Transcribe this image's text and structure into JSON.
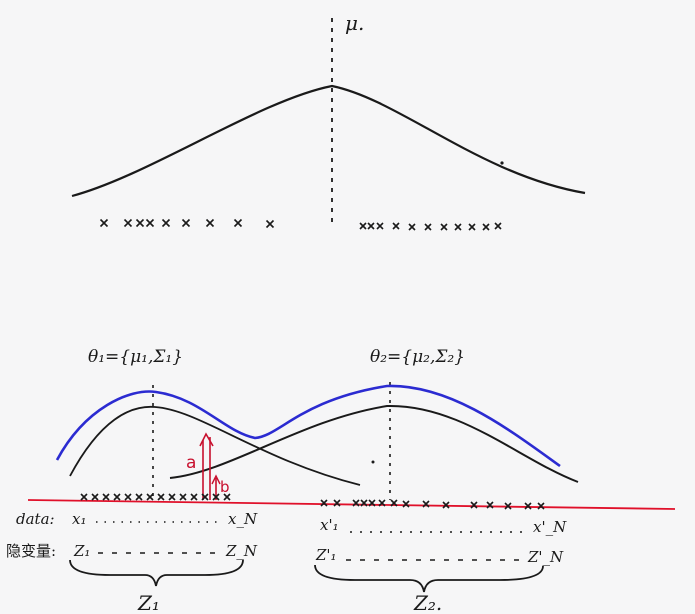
{
  "colors": {
    "ink": "#1a1a1a",
    "mixture_curve": "#2b2bd1",
    "baseline": "#e0102a",
    "annotation": "#c8102e",
    "paper": "#f6f6f7"
  },
  "top": {
    "mu_label": "μ."
  },
  "bottom": {
    "theta1_label": "θ₁={μ₁,Σ₁}",
    "theta2_label": "θ₂={μ₂,Σ₂}",
    "a_label": "a",
    "b_label": "b",
    "data_label": "data:",
    "data_x1_left": "x₁",
    "data_x1_right": "x_N",
    "data_x2_left": "x'₁",
    "data_x2_right": "x'_N",
    "latent_label": "隐变量:",
    "latent_z1_left": "Z₁",
    "latent_z1_right": "Z_N",
    "latent_z2_left": "Z'₁",
    "latent_z2_right": "Z'_N",
    "group1_label": "Z₁",
    "group2_label": "Z₂."
  }
}
